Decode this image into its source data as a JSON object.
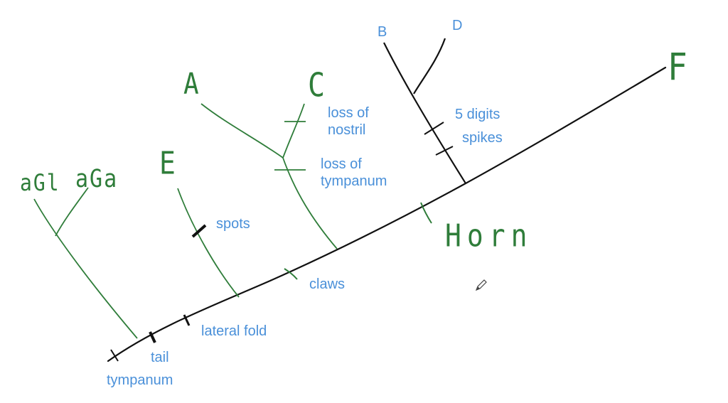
{
  "taxa": {
    "a1": "aGl",
    "a2": "aGa",
    "e": "E",
    "a": "A",
    "c": "C",
    "b": "B",
    "d": "D",
    "f": "F",
    "horn": "Horn"
  },
  "characters": {
    "tail": "tail",
    "tympanum": "tympanum",
    "lateral_fold": "lateral fold",
    "spots": "spots",
    "claws": "claws",
    "loss_of_tympanum": "loss of\ntympanum",
    "loss_of_nostril": "loss of\nnostril",
    "five_digits": "5 digits",
    "spikes": "spikes"
  },
  "colors": {
    "blue_label": "#4a90d9",
    "green_ink": "#2f7d3a",
    "black_ink": "#111111"
  },
  "icons": {
    "cursor": "pencil-cursor-icon"
  }
}
